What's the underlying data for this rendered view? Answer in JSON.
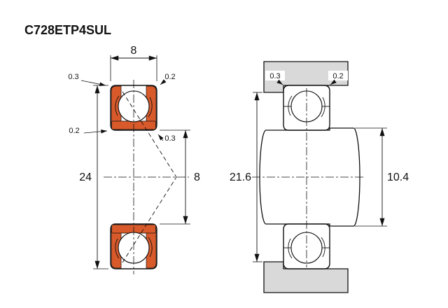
{
  "title": "C728ETP4SUL",
  "colors": {
    "seal_orange": "#d85a2b",
    "housing_gray": "#d9d9d9",
    "line": "#111111",
    "background": "#ffffff"
  },
  "section_view": {
    "width": "8",
    "outer_diameter": "24",
    "bore_diameter": "8",
    "chamfer_outer_left": "0.3",
    "chamfer_outer_right": "0.2",
    "chamfer_inner_left": "0.2",
    "chamfer_inner_right": "0.3"
  },
  "mounting_view": {
    "chamfer_left": "0.3",
    "chamfer_right": "0.2",
    "housing_shoulder_diameter": "21.6",
    "shaft_shoulder_diameter": "10.4"
  }
}
